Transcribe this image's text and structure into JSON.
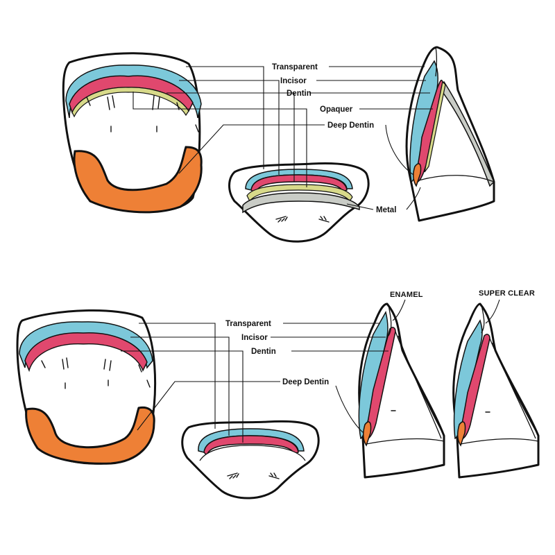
{
  "colors": {
    "transparent": "#7CC8DA",
    "incisor": "#E0486E",
    "opaquer": "#D8DA8A",
    "metal": "#C9CCC6",
    "deep_dentin": "#EE8036",
    "outline": "#111111",
    "background": "#FFFFFF"
  },
  "top_diagram": {
    "labels": {
      "transparent": "Transparent",
      "incisor": "Incisor",
      "dentin": "Dentin",
      "opaquer": "Opaquer",
      "deep_dentin": "Deep Dentin",
      "metal": "Metal"
    }
  },
  "bottom_diagram": {
    "labels": {
      "transparent": "Transparent",
      "incisor": "Incisor",
      "dentin": "Dentin",
      "deep_dentin": "Deep Dentin",
      "enamel": "ENAMEL",
      "super_clear": "SUPER CLEAR"
    }
  }
}
